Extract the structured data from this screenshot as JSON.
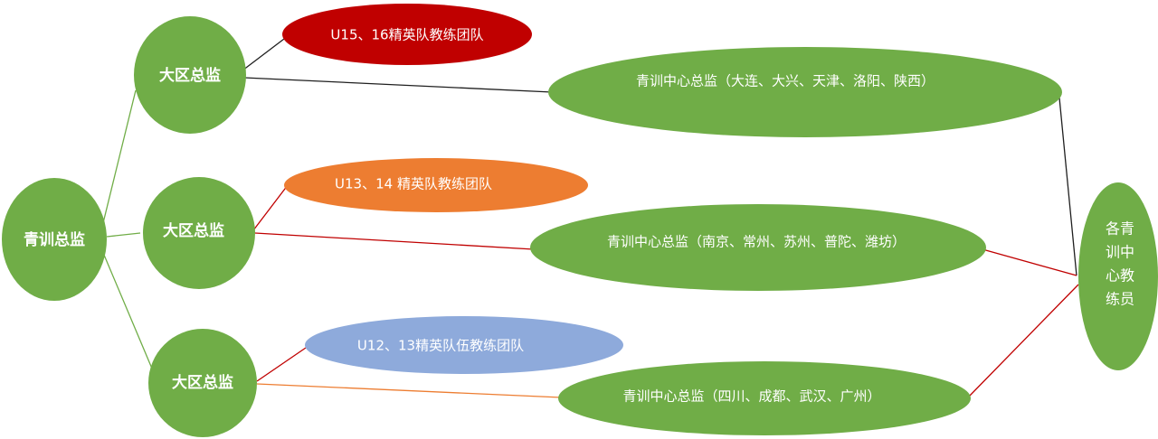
{
  "colors": {
    "green": "#70ad47",
    "red": "#c00000",
    "orange": "#ed7d31",
    "blue": "#8eaadb",
    "line_green": "#70ad47",
    "line_black": "#1f1f1f",
    "line_red": "#c00000",
    "line_orange": "#ed7d31"
  },
  "root": {
    "label": "青训总监"
  },
  "regions": [
    {
      "label": "大区总监",
      "team": {
        "label": "U15、16精英队教练团队",
        "color": "red"
      },
      "center": {
        "label": "青训中心总监（大连、大兴、天津、洛阳、陕西）"
      },
      "line_color": "black"
    },
    {
      "label": "大区总监",
      "team": {
        "label": "U13、14 精英队教练团队",
        "color": "orange"
      },
      "center": {
        "label": "青训中心总监（南京、常州、苏州、普陀、潍坊）"
      },
      "line_color": "red"
    },
    {
      "label": "大区总监",
      "team": {
        "label": "U12、13精英队伍教练团队",
        "color": "blue"
      },
      "center": {
        "label": "青训中心总监（四川、成都、武汉、广州）"
      },
      "line_color": "orange"
    }
  ],
  "coaches": {
    "lines": [
      "各青",
      "训中",
      "心教",
      "练员"
    ]
  }
}
